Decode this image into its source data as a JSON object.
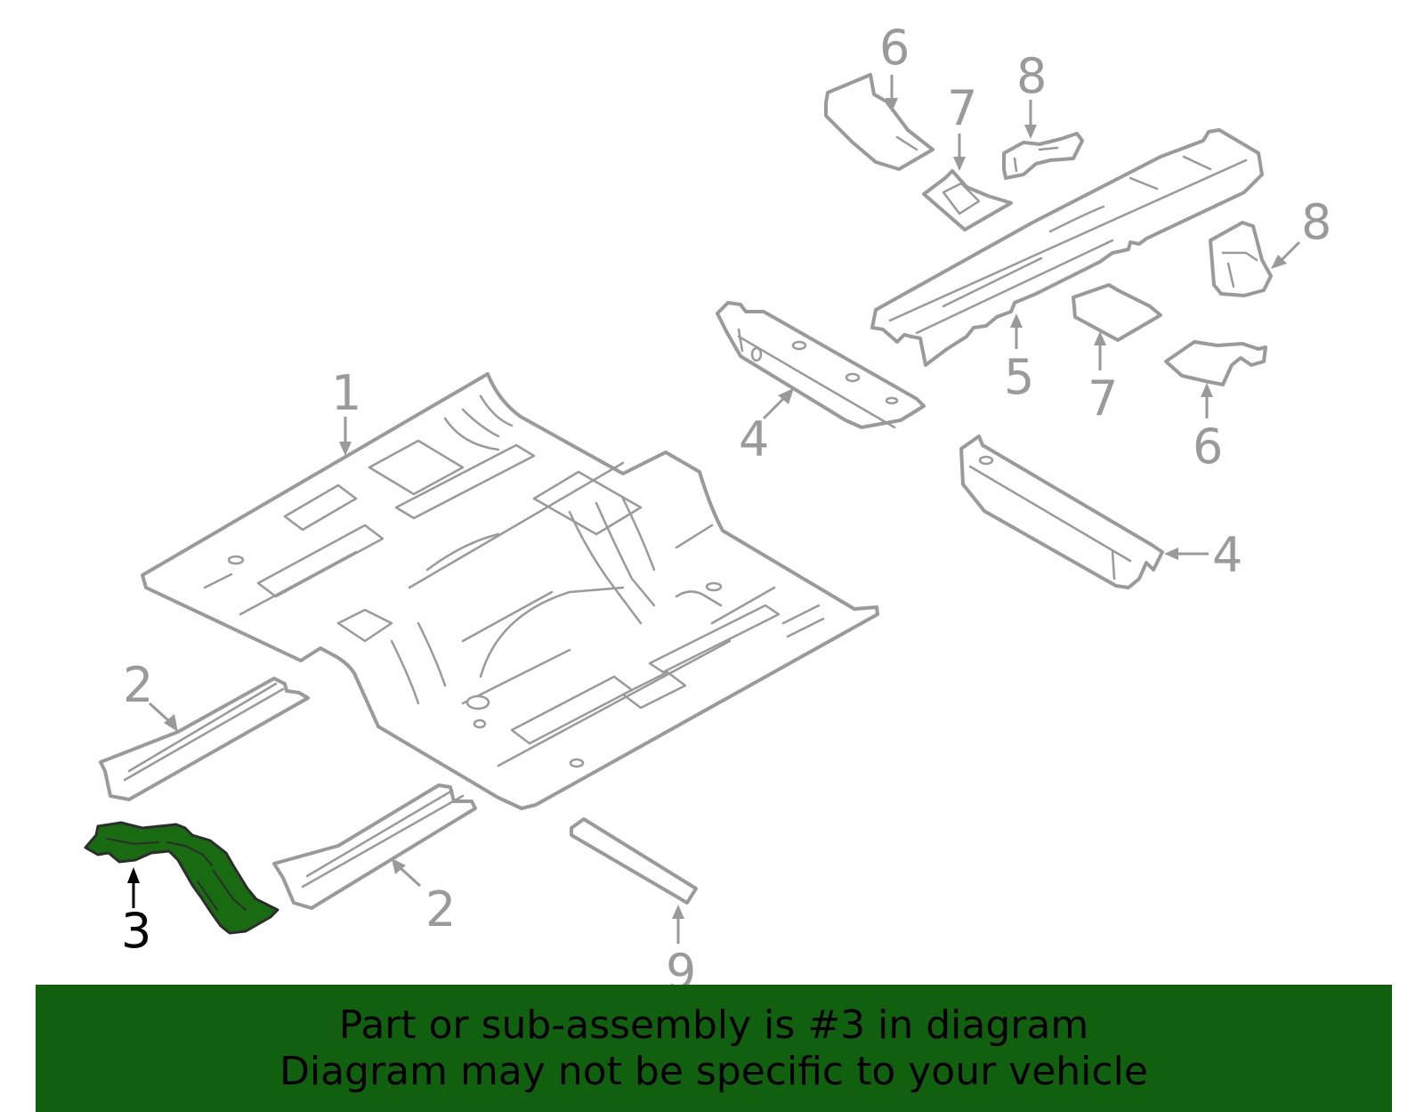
{
  "diagram": {
    "highlight_color": "#196b12",
    "part_color": "#9a9a9a",
    "callouts": [
      "1",
      "2",
      "2",
      "3",
      "4",
      "4",
      "5",
      "6",
      "6",
      "7",
      "7",
      "8",
      "8",
      "9"
    ]
  },
  "banner": {
    "line1": "Part or sub-assembly is #3 in diagram",
    "line2": "Diagram may not be specific to your vehicle",
    "background": "#116010"
  }
}
